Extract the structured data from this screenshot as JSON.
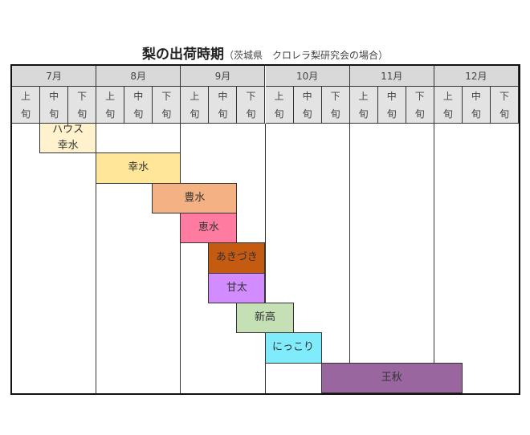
{
  "title": {
    "main": "梨の出荷時期",
    "sub": "（茨城県　クロレラ梨研究会の場合）"
  },
  "months": [
    "7月",
    "8月",
    "9月",
    "10月",
    "11月",
    "12月"
  ],
  "decades": [
    {
      "top": "上",
      "bottom": "旬"
    },
    {
      "top": "中",
      "bottom": "旬"
    },
    {
      "top": "下",
      "bottom": "旬"
    }
  ],
  "varieties": [
    {
      "name": "ハウス\n幸水",
      "start": 1,
      "end": 3,
      "color": "#fff2cc"
    },
    {
      "name": "幸水",
      "start": 3,
      "end": 6,
      "color": "#ffe699"
    },
    {
      "name": "豊水",
      "start": 5,
      "end": 8,
      "color": "#f4b183"
    },
    {
      "name": "恵水",
      "start": 6,
      "end": 8,
      "color": "#ff7ba0"
    },
    {
      "name": "あきづき",
      "start": 7,
      "end": 9,
      "color": "#c55a11"
    },
    {
      "name": "甘太",
      "start": 7,
      "end": 9,
      "color": "#d28cff"
    },
    {
      "name": "新高",
      "start": 8,
      "end": 10,
      "color": "#c5e0b4"
    },
    {
      "name": "にっこり",
      "start": 9,
      "end": 11,
      "color": "#80ecfb"
    },
    {
      "name": "王秋",
      "start": 11,
      "end": 16,
      "color": "#9966a0"
    }
  ]
}
